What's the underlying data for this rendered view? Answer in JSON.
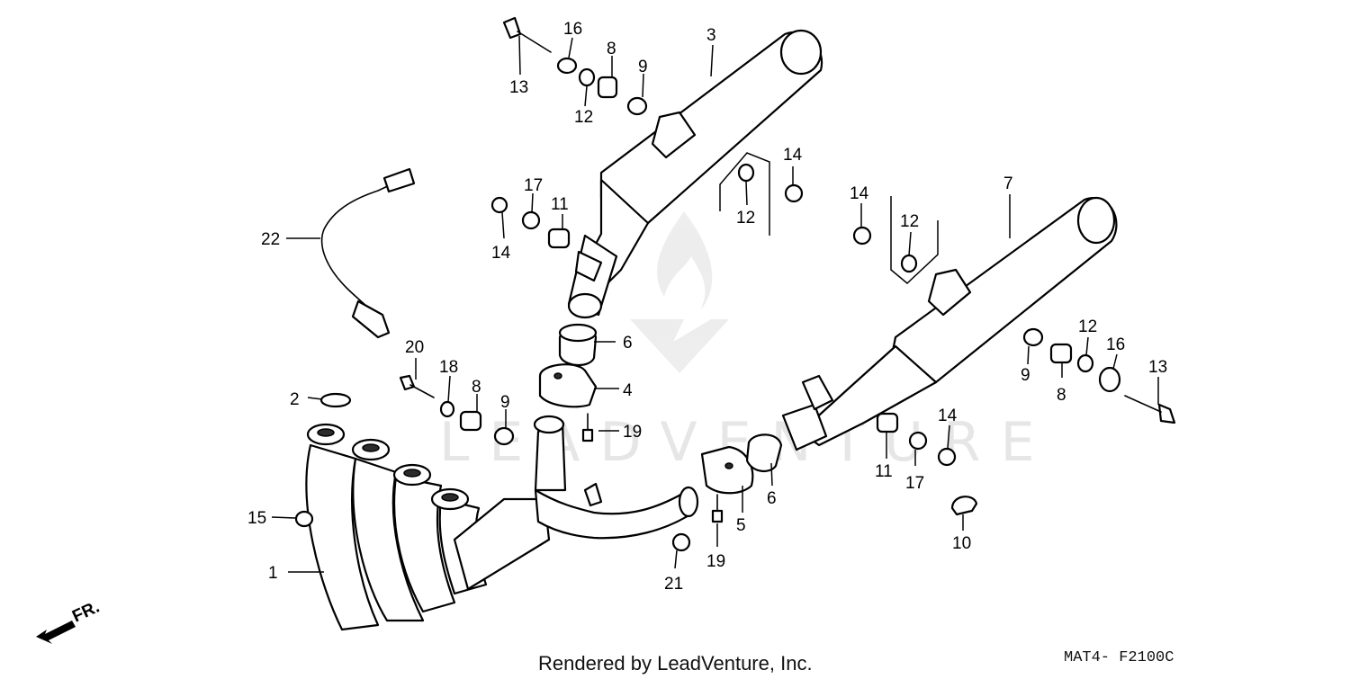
{
  "diagram": {
    "callouts": [
      "1",
      "2",
      "3",
      "4",
      "5",
      "6",
      "7",
      "8",
      "9",
      "10",
      "11",
      "12",
      "13",
      "14",
      "15",
      "16",
      "17",
      "18",
      "19",
      "20",
      "21",
      "22"
    ],
    "direction_label": "FR.",
    "footer_credit": "Rendered by LeadVenture, Inc.",
    "diagram_code": "MAT4- F2100C",
    "watermark": "LEADVENTURE"
  }
}
